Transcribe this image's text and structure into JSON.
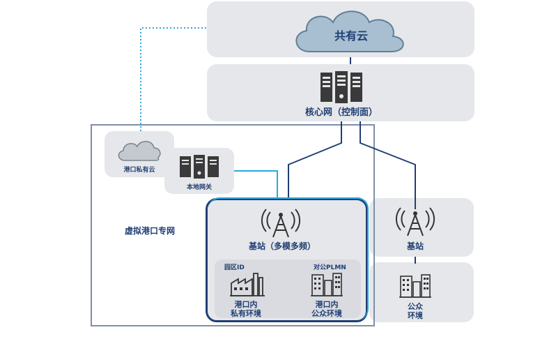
{
  "labels": {
    "public_cloud": "共有云",
    "core_network": "核心网（控制面）",
    "port_private_cloud": "港口私有云",
    "local_gateway": "本地网关",
    "virtual_private_network": "虚拟港口专网",
    "base_station_multi": "基站（多模多频）",
    "campus_id": "园区ID",
    "public_plmn": "对公PLMN",
    "port_private_env_line1": "港口内",
    "port_private_env_line2": "私有环境",
    "port_public_env_line1": "港口内",
    "port_public_env_line2": "公众环境",
    "base_station": "基站",
    "public_env_line1": "公众",
    "public_env_line2": "环境"
  },
  "colors": {
    "panel": "#e6e7ea",
    "dark_navy": "#1f3f73",
    "cyan": "#2aa8df",
    "cloud_fill": "#a7bfd0",
    "icon": "#3a3a3a"
  }
}
